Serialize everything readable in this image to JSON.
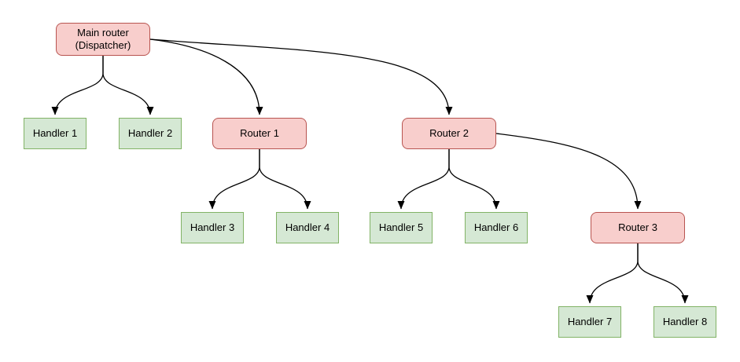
{
  "diagram": {
    "type": "tree-flowchart",
    "background_color": "#ffffff",
    "styles": {
      "router_fill": "#f8cecc",
      "router_border": "#b85450",
      "handler_fill": "#d5e8d4",
      "handler_border": "#82b366",
      "edge_color": "#000000",
      "text_color": "#000000"
    },
    "nodes": {
      "main_router": {
        "label": "Main router\n(Dispatcher)",
        "type": "router"
      },
      "handler_1": {
        "label": "Handler 1",
        "type": "handler"
      },
      "handler_2": {
        "label": "Handler 2",
        "type": "handler"
      },
      "router_1": {
        "label": "Router 1",
        "type": "router"
      },
      "router_2": {
        "label": "Router 2",
        "type": "router"
      },
      "handler_3": {
        "label": "Handler 3",
        "type": "handler"
      },
      "handler_4": {
        "label": "Handler 4",
        "type": "handler"
      },
      "handler_5": {
        "label": "Handler 5",
        "type": "handler"
      },
      "handler_6": {
        "label": "Handler 6",
        "type": "handler"
      },
      "router_3": {
        "label": "Router 3",
        "type": "router"
      },
      "handler_7": {
        "label": "Handler 7",
        "type": "handler"
      },
      "handler_8": {
        "label": "Handler 8",
        "type": "handler"
      }
    },
    "edges": [
      {
        "from": "main_router",
        "to": "handler_1"
      },
      {
        "from": "main_router",
        "to": "handler_2"
      },
      {
        "from": "main_router",
        "to": "router_1"
      },
      {
        "from": "main_router",
        "to": "router_2"
      },
      {
        "from": "router_1",
        "to": "handler_3"
      },
      {
        "from": "router_1",
        "to": "handler_4"
      },
      {
        "from": "router_2",
        "to": "handler_5"
      },
      {
        "from": "router_2",
        "to": "handler_6"
      },
      {
        "from": "router_2",
        "to": "router_3"
      },
      {
        "from": "router_3",
        "to": "handler_7"
      },
      {
        "from": "router_3",
        "to": "handler_8"
      }
    ]
  }
}
